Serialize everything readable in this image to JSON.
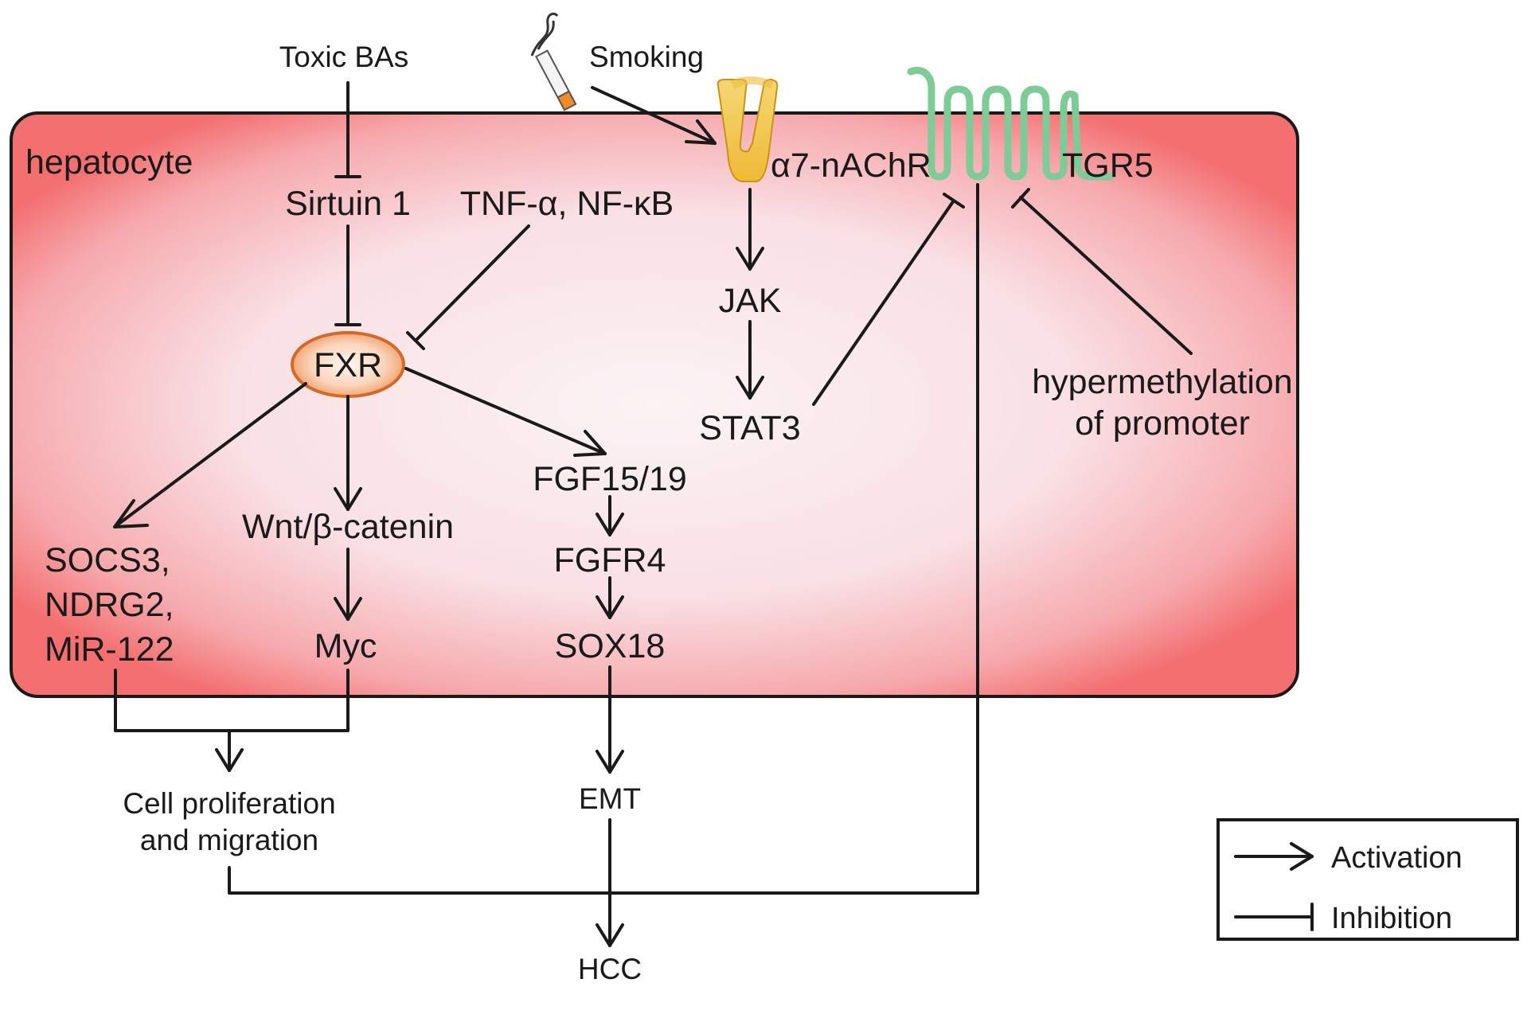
{
  "compartment": {
    "label": "hepatocyte"
  },
  "nodes": {
    "toxic_bas": "Toxic BAs",
    "smoking": "Smoking",
    "sirtuin1": "Sirtuin 1",
    "tnf_nfkb": "TNF-α, NF-κB",
    "fxr": "FXR",
    "a7nachr": "α7-nAChR",
    "tgr5": "TGR5",
    "jak": "JAK",
    "stat3": "STAT3",
    "hypermethylation_line1": "hypermethylation",
    "hypermethylation_line2": "of promoter",
    "socs3": "SOCS3,",
    "ndrg2": "NDRG2,",
    "mir122": "MiR-122",
    "wnt": "Wnt/β-catenin",
    "myc": "Myc",
    "fgf": "FGF15/19",
    "fgfr4": "FGFR4",
    "sox18": "SOX18",
    "emt": "EMT",
    "cell_prolif_line1": "Cell proliferation",
    "cell_prolif_line2": "and migration",
    "hcc": "HCC"
  },
  "legend": {
    "activation": "Activation",
    "inhibition": "Inhibition"
  },
  "colors": {
    "cell_edge": "#f46f70",
    "cell_center": "#faeef0",
    "fxr_fill": "#f0a070",
    "fxr_stroke": "#d4692a",
    "receptor": "#f5c84a",
    "tgr5": "#7fcb98"
  }
}
